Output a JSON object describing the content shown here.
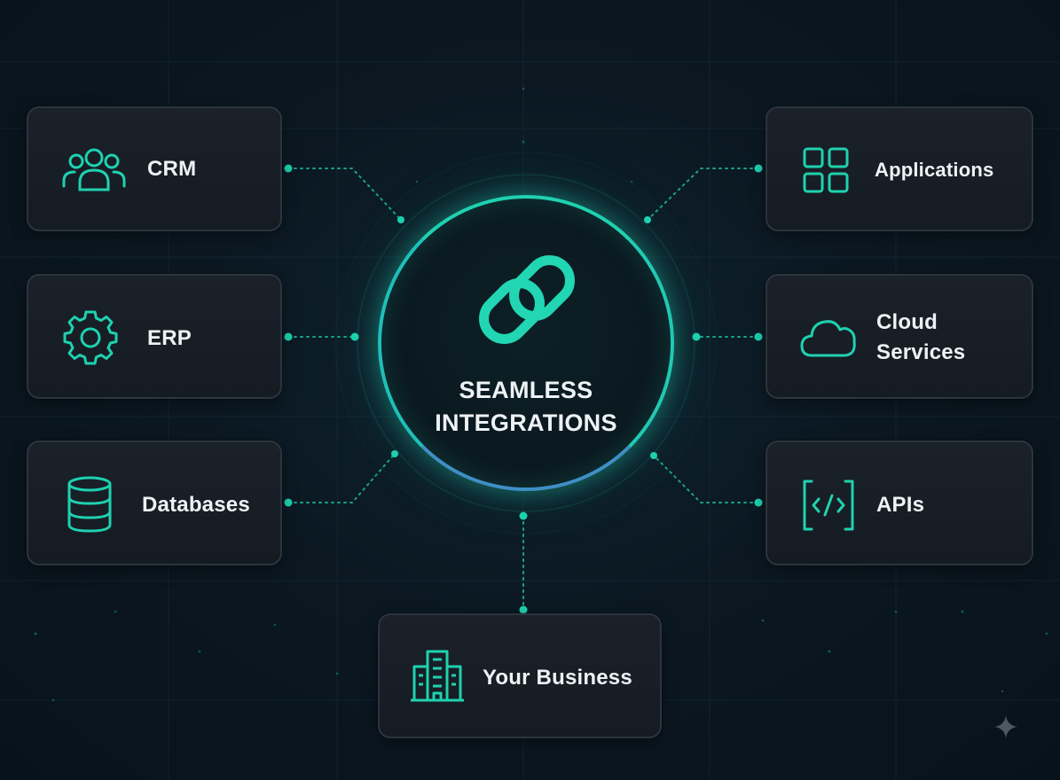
{
  "hub": {
    "title_line1": "SEAMLESS",
    "title_line2": "INTEGRATIONS",
    "icon": "link-chain-icon"
  },
  "nodes": {
    "crm": {
      "label": "CRM",
      "icon": "users-group-icon"
    },
    "erp": {
      "label": "ERP",
      "icon": "gear-icon"
    },
    "databases": {
      "label": "Databases",
      "icon": "database-icon"
    },
    "applications": {
      "label": "Applications",
      "icon": "app-grid-icon"
    },
    "cloud": {
      "label_line1": "Cloud",
      "label_line2": "Services",
      "icon": "cloud-icon"
    },
    "apis": {
      "label": "APIs",
      "icon": "code-brackets-icon"
    },
    "business": {
      "label": "Your Business",
      "icon": "office-building-icon"
    }
  },
  "colors": {
    "accent": "#1fd1b0",
    "accent_blue": "#3f8fc4",
    "background": "#0b1822",
    "card": "#171d24",
    "card_border": "#2c343d",
    "text": "#eef2f5"
  }
}
